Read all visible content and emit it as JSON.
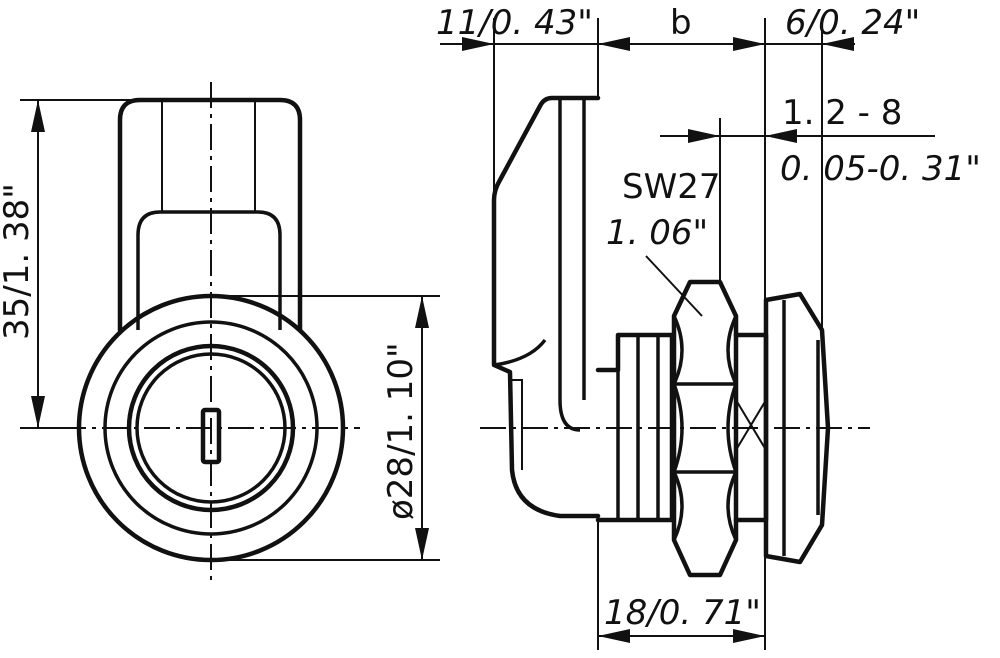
{
  "dimensions": {
    "top_left": "11/0. 43\"",
    "top_mid": "b",
    "top_right": "6/0. 24\"",
    "grip_range_top": "1. 2  -  8",
    "grip_range_bottom": "0. 05-0. 31\"",
    "wrench_size": "SW27",
    "wrench_size_inch": "1. 06\"",
    "height": "35/1. 38\"",
    "diameter": "ø28/1. 10\"",
    "bottom": "18/0. 71\""
  }
}
